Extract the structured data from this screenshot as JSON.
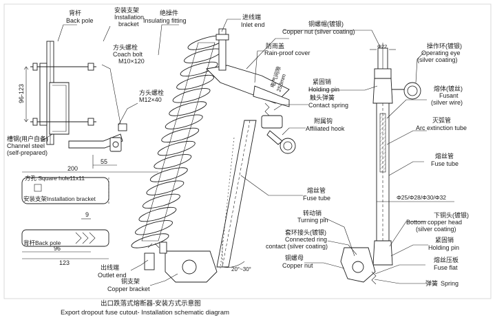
{
  "labels": {
    "back_pole_cn": "背杆",
    "back_pole_en": "Back pole",
    "install_bracket_cn": "安装支架",
    "install_bracket_en1": "Installation",
    "install_bracket_en2": "bracket",
    "insulating_fitting_cn": "绝操件",
    "insulating_fitting_en": "Insulating fitting",
    "coach_bolt1_cn": "方头螺栓",
    "coach_bolt1_en": "Coach bolt",
    "coach_bolt1_size": "M10×120",
    "coach_bolt2_cn": "方头螺栓",
    "coach_bolt2_size": "M12×40",
    "channel_steel_cn": "槽钢(用户自备)",
    "channel_steel_en1": "Channel steel",
    "channel_steel_en2": "(self-prepared)",
    "inlet_end_cn": "进线端",
    "inlet_end_en": "Inlet end",
    "copper_nut_top_cn": "铜螺帽(镀银)",
    "copper_nut_top_en": "Copper nut (silver coating)",
    "rain_cover_cn": "防雨盖",
    "rain_cover_en": "Rain-proof cover",
    "operating_eye_cn": "操作环(镀银)",
    "operating_eye_en1": "Operating eye",
    "operating_eye_en2": "(silver coating)",
    "holding_pin_top_cn": "紧固销",
    "holding_pin_top_en": "Holding pin",
    "contact_spring_cn": "触头弹簧",
    "contact_spring_en": "Contact spring",
    "fusant_cn": "熔体(镀丝)",
    "fusant_en1": "Fusant",
    "fusant_en2": "(silver wire)",
    "affiliated_hook_cn": "附属钩",
    "affiliated_hook_en": "Affiliated hook",
    "arc_tube_cn": "灭弧管",
    "arc_tube_en": "Arc extinction tube",
    "fuse_tube_right_cn": "熔丝管",
    "fuse_tube_right_en": "Fuse tube",
    "fuse_tube_mid_cn": "熔丝管",
    "fuse_tube_mid_en": "Fuse tube",
    "turning_pin_cn": "转动销",
    "turning_pin_en": "Turning pin",
    "connected_ring_cn": "套环接头(镀银)",
    "connected_ring_en1": "Connected ring",
    "connected_ring_en2": "contact (silver coating)",
    "bottom_head_cn": "下铜头(镀银)",
    "bottom_head_en1": "Bottom copper head",
    "bottom_head_en2": "(silver coating)",
    "holding_pin_bottom_cn": "紧固销",
    "holding_pin_bottom_en": "Holding pin",
    "fuse_flat_cn": "熔丝压板",
    "fuse_flat_en": "Fuse flat",
    "spring_cn": "弹簧",
    "spring_en": "Spring",
    "copper_nut_bottom_cn": "铜螺母",
    "copper_nut_bottom_en": "Copper nut",
    "outlet_end_cn": "出线端",
    "outlet_end_en": "Outlet end",
    "copper_bracket_cn": "铜支架",
    "copper_bracket_en": "Copper bracket",
    "square_hole": "方孔 Square hole11x11",
    "install_bracket_detail": "安装支架Installation bracket",
    "back_pole_detail": "背杆Back pole",
    "clearance_cn": "电气间隙",
    "clearance_val": "253mm"
  },
  "dimensions": {
    "d_96_123": "96-123",
    "d_55": "55",
    "d_200": "200",
    "d_9": "9",
    "d_96": "96",
    "d_123": "123",
    "d_22": "Φ22",
    "tube_diameters": "Φ25/Φ28/Φ30/Φ32",
    "angle": "20°~30°"
  },
  "caption": {
    "cn": "出口跌落式熔断器-安装方式示意图",
    "en": "Export dropout fuse cutout- Installation schematic diagram"
  }
}
